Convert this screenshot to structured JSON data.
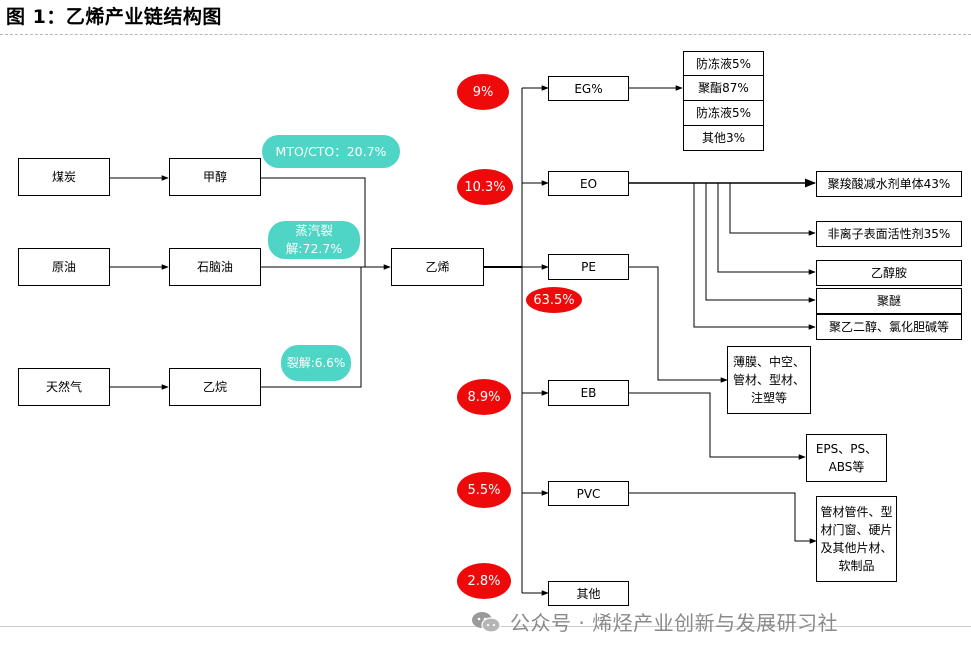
{
  "title": "图 1：乙烯产业链结构图",
  "watermark": "公众号 · 烯烃产业创新与发展研习社",
  "raw_materials": {
    "coal": "煤炭",
    "crude": "原油",
    "gas": "天然气"
  },
  "intermediates": {
    "methanol": "甲醇",
    "naphtha": "石脑油",
    "ethane": "乙烷"
  },
  "routes": {
    "mto": "MTO/CTO：20.7%",
    "steam_line1": "蒸汽裂",
    "steam_line2": "解:72.7%",
    "crack": "裂解:6.6%"
  },
  "center": "乙烯",
  "derivatives": {
    "eg": "EG%",
    "eo": "EO",
    "pe": "PE",
    "eb": "EB",
    "pvc": "PVC",
    "other": "其他"
  },
  "shares": {
    "eg": "9%",
    "eo": "10.3%",
    "pe": "63.5%",
    "eb": "8.9%",
    "pvc": "5.5%",
    "other": "2.8%"
  },
  "eg_uses": [
    "防冻液5%",
    "聚酯87%",
    "防冻液5%",
    "其他3%"
  ],
  "eo_uses": {
    "u1": "聚羧酸减水剂单体43%",
    "u2": "非离子表面活性剂35%",
    "u3": "乙醇胺",
    "u4": "聚醚",
    "u5": "聚乙二醇、氯化胆碱等"
  },
  "pe_uses": [
    "薄膜、中空、",
    "管材、型材、",
    "注塑等"
  ],
  "eb_uses": [
    "EPS、PS、",
    "ABS等"
  ],
  "pvc_uses": [
    "管材管件、型",
    "材门窗、硬片",
    "及其他片材、",
    "软制品"
  ]
}
